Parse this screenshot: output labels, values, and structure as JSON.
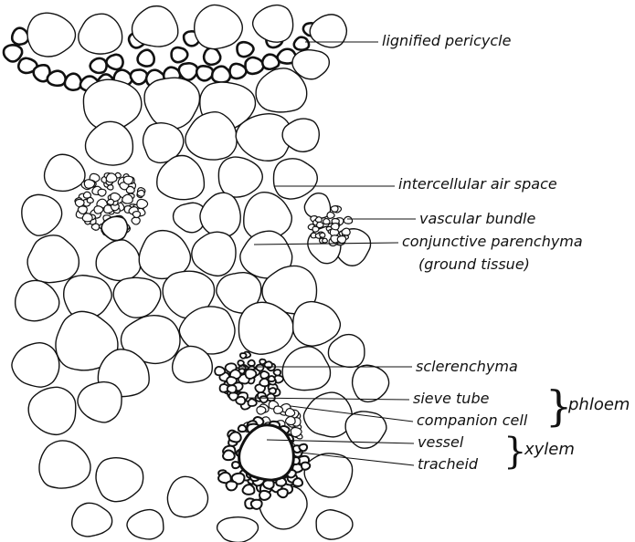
{
  "diagram": {
    "labels": {
      "pericycle": "lignified pericycle",
      "air_space": "intercellular air space",
      "bundle": "vascular bundle",
      "parenchyma": "conjunctive parenchyma",
      "ground": "(ground tissue)",
      "sclerenchyma": "sclerenchyma",
      "sieve": "sieve tube",
      "companion": "companion cell",
      "phloem": "phloem",
      "vessel": "vessel",
      "tracheid": "tracheid",
      "xylem": "xylem"
    },
    "colors": {
      "ink": "#111111",
      "paper": "#ffffff"
    }
  }
}
